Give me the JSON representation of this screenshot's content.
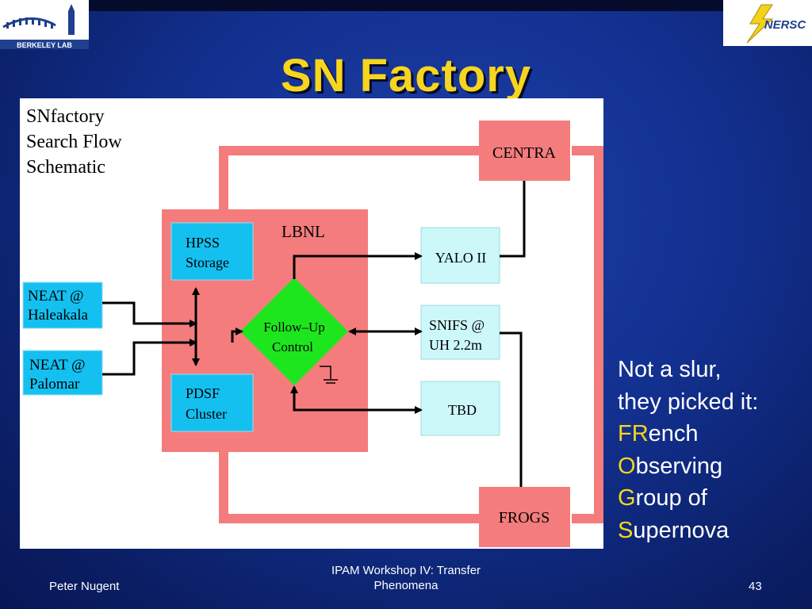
{
  "slide": {
    "title": "SN Factory",
    "side_note": [
      {
        "accent": "",
        "rest": "Not a slur,"
      },
      {
        "accent": "",
        "rest": "they picked it:"
      },
      {
        "accent": "FR",
        "rest": "ench"
      },
      {
        "accent": "O",
        "rest": "bserving"
      },
      {
        "accent": "G",
        "rest": "roup of"
      },
      {
        "accent": "S",
        "rest": "upernova"
      }
    ],
    "footer": {
      "author": "Peter Nugent",
      "event_line1": "IPAM Workshop IV: Transfer",
      "event_line2": "Phenomena",
      "page_number": "43"
    },
    "logos": {
      "berkeley_text": "BERKELEY LAB",
      "nersc_text": "NERSC"
    }
  },
  "diagram": {
    "heading": [
      "SNfactory",
      "Search Flow",
      "Schematic"
    ],
    "lbnl_label": "LBNL",
    "centra": "CENTRA",
    "frogs": "FROGS",
    "hpss": [
      "HPSS",
      "Storage"
    ],
    "pdsf": [
      "PDSF",
      "Cluster"
    ],
    "neat_haleakala": [
      "NEAT @",
      "Haleakala"
    ],
    "neat_palomar": [
      "NEAT @",
      "Palomar"
    ],
    "followup": [
      "Follow–Up",
      "Control"
    ],
    "yalo": "YALO II",
    "snifs": [
      "SNIFS @",
      "UH 2.2m"
    ],
    "tbd": "TBD"
  },
  "colors": {
    "title_yellow": "#f7d51d",
    "salmon": "#f47c7c",
    "cyan_box": "#14c0f0",
    "light_cyan": "#ccf8fa",
    "green_diamond": "#1ee61e"
  }
}
